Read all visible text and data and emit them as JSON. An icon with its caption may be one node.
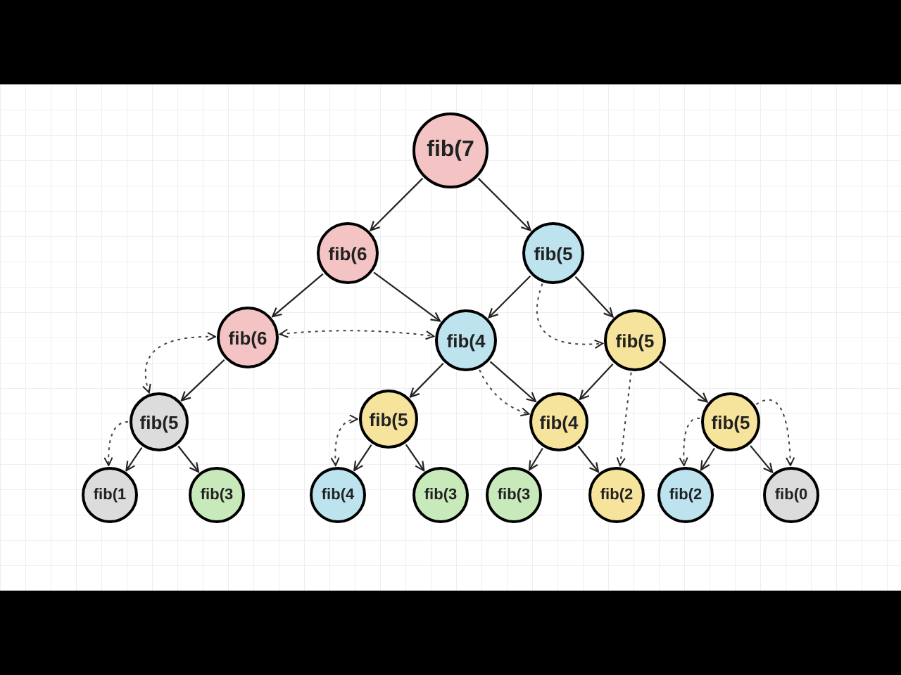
{
  "diagram": {
    "nodes": [
      {
        "text": [
          "fib(7"
        ]
      },
      {
        "text": [
          "fib(6"
        ]
      },
      {
        "text": [
          "fib(5"
        ]
      },
      {
        "text": [
          "fib(6"
        ]
      },
      {
        "text": [
          "fib(4"
        ]
      },
      {
        "text": [
          "fib(5"
        ]
      },
      {
        "text": [
          "fib(5"
        ]
      },
      {
        "text": [
          "fib(5"
        ]
      },
      {
        "text": [
          "fib(4"
        ]
      },
      {
        "text": [
          "fib(5"
        ]
      },
      {
        "text": [
          "fib(1"
        ]
      },
      {
        "text": [
          "fib(3"
        ]
      },
      {
        "text": [
          "fib(4"
        ]
      },
      {
        "text": [
          "fib(3"
        ]
      },
      {
        "text": [
          "fib(3"
        ]
      },
      {
        "text": [
          "fib(2"
        ]
      },
      {
        "text": [
          "fib(2"
        ]
      },
      {
        "text": [
          "fib(0"
        ]
      }
    ],
    "edges": [
      {
        "from": 0,
        "to": 1,
        "arrow": "to"
      },
      {
        "from": 0,
        "to": 2,
        "arrow": "to"
      },
      {
        "from": 1,
        "to": 3,
        "arrow": "to"
      },
      {
        "from": 1,
        "to": 4,
        "arrow": "to"
      },
      {
        "from": 2,
        "to": 4,
        "arrow": "to"
      },
      {
        "from": 2,
        "to": 5,
        "arrow": "to"
      },
      {
        "from": 3,
        "to": 6,
        "arrow": "to"
      },
      {
        "from": 4,
        "to": 7,
        "arrow": "to"
      },
      {
        "from": 4,
        "to": 8,
        "arrow": "to"
      },
      {
        "from": 5,
        "to": 8,
        "arrow": "to"
      },
      {
        "from": 5,
        "to": 9,
        "arrow": "to"
      },
      {
        "from": 6,
        "to": 10,
        "arrow": "to"
      },
      {
        "from": 6,
        "to": 11,
        "arrow": "to"
      },
      {
        "from": 7,
        "to": 12,
        "arrow": "to"
      },
      {
        "from": 7,
        "to": 13,
        "arrow": "to"
      },
      {
        "from": 8,
        "to": 14,
        "arrow": "to"
      },
      {
        "from": 8,
        "to": 15,
        "arrow": "to"
      },
      {
        "from": 9,
        "to": 16,
        "arrow": "to"
      },
      {
        "from": 9,
        "to": 17,
        "arrow": "to"
      },
      {
        "from": 3,
        "to": 4,
        "arrow": "both",
        "style": "dashed"
      },
      {
        "from": 3,
        "to": 6,
        "arrow": "both",
        "style": "dashed"
      },
      {
        "from": 6,
        "to": 10,
        "arrow": "to",
        "style": "dashed"
      },
      {
        "from": 12,
        "to": 7,
        "arrow": "both",
        "style": "dashed"
      },
      {
        "from": 2,
        "to": 5,
        "arrow": "to",
        "style": "dashed"
      },
      {
        "from": 4,
        "to": 8,
        "arrow": "to",
        "style": "dashed"
      },
      {
        "from": 5,
        "to": 15,
        "arrow": "to",
        "style": "dashed"
      },
      {
        "from": 9,
        "to": 16,
        "arrow": "to",
        "style": "dashed"
      },
      {
        "from": 9,
        "to": 17,
        "arrow": "to",
        "style": "dashed"
      }
    ]
  }
}
